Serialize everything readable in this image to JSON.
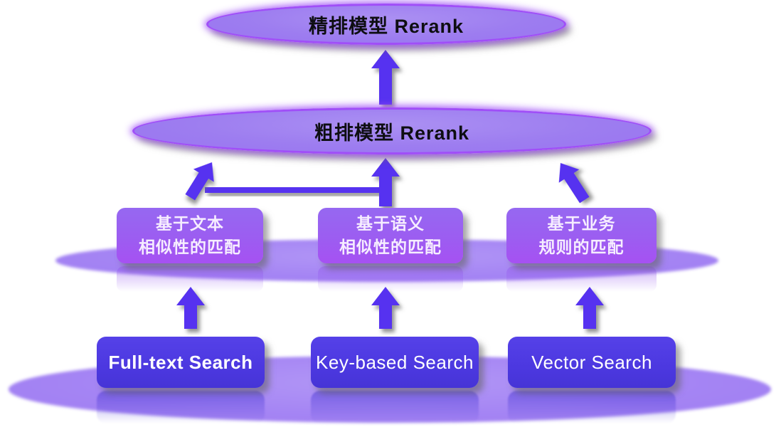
{
  "diagram": {
    "top_ellipse": {
      "label": "精排模型 Rerank"
    },
    "mid_ellipse": {
      "label": "粗排模型 Rerank"
    },
    "match_boxes": [
      {
        "line1": "基于文本",
        "line2": "相似性的匹配"
      },
      {
        "line1": "基于语义",
        "line2": "相似性的匹配"
      },
      {
        "line1": "基于业务",
        "line2": "规则的匹配"
      }
    ],
    "search_boxes": [
      {
        "label": "Full-text Search"
      },
      {
        "label": "Key-based Search"
      },
      {
        "label": "Vector Search"
      }
    ],
    "colors": {
      "arrow": "#5733f0",
      "ellipse_fill": "#9d7df0",
      "ellipse_glow": "#a04ef8",
      "match_box_fill": "#9c5df1",
      "match_box_text": "#f6edff",
      "search_box_fill": "#4c38e0",
      "search_box_text": "#ffffff",
      "platform_fill": "#a585f4",
      "ellipse_text": "#0e0e12",
      "background": "#ffffff"
    }
  }
}
